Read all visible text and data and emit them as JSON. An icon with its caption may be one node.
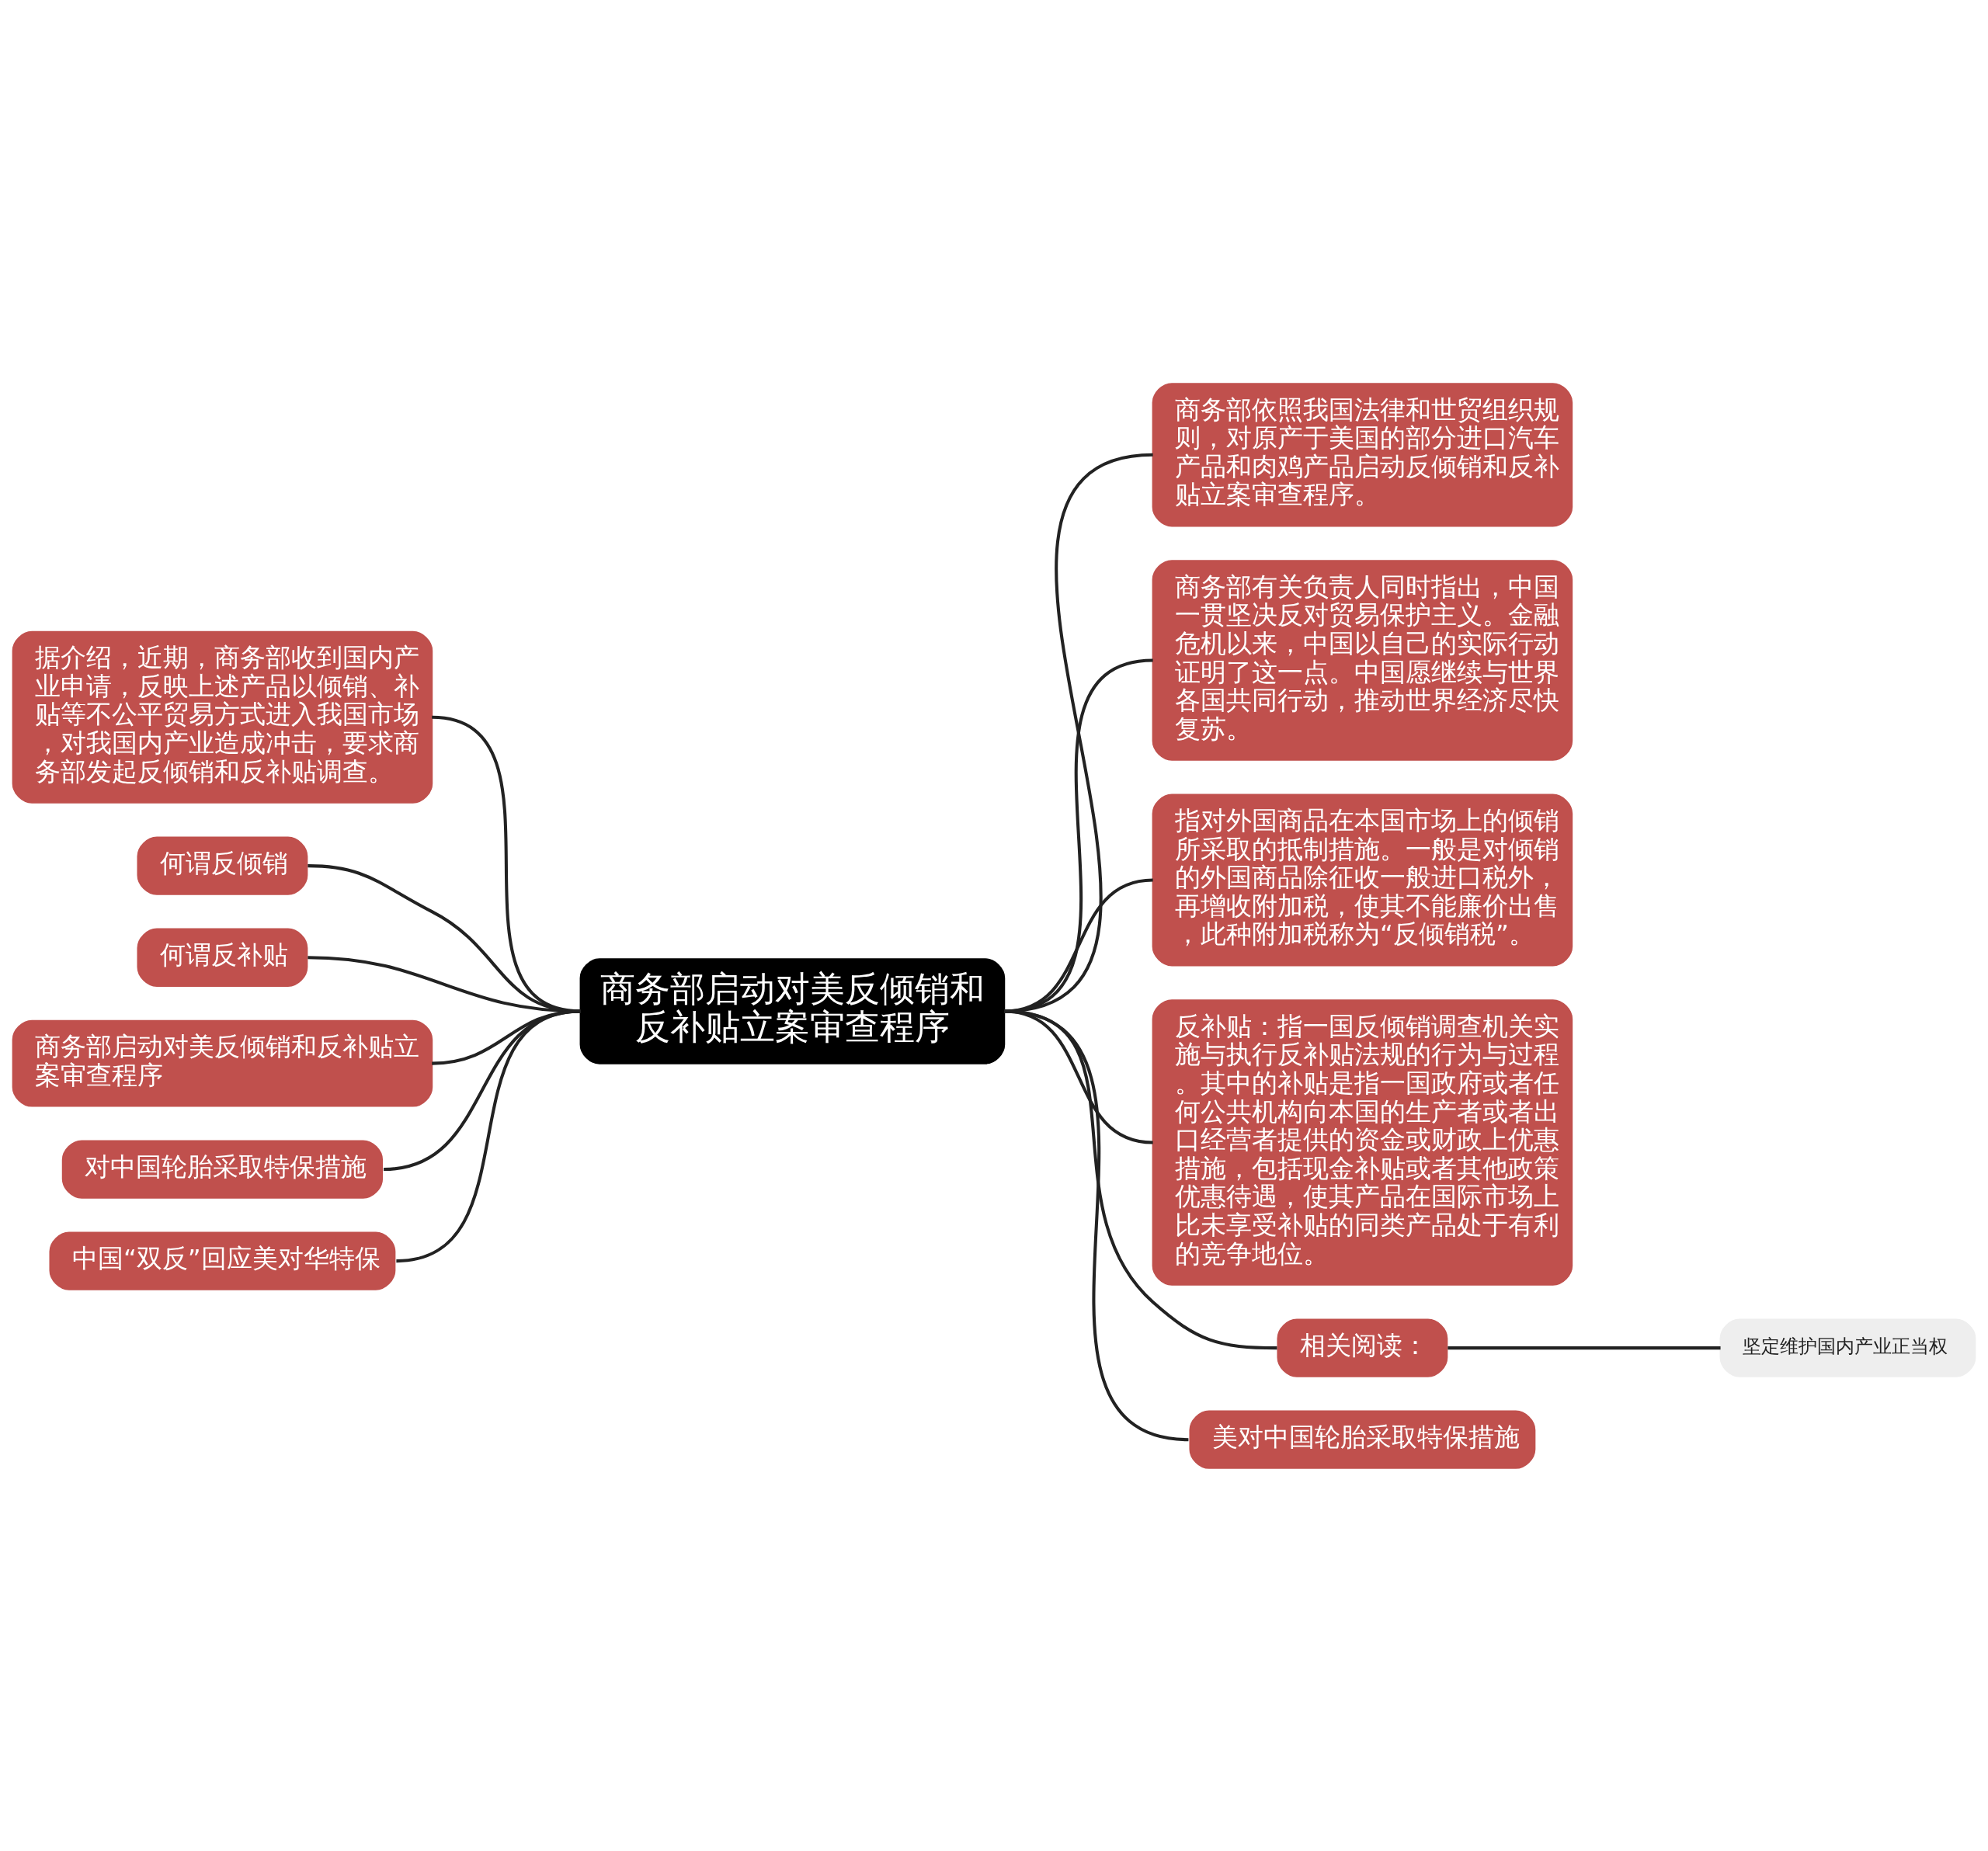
{
  "diagram": {
    "nodes": [
      {
        "text": [
          "商务部启动对美反倾销和反补贴立案审查程序"
        ]
      },
      {
        "text": [
          "据介绍，近期，商务部收到国内产业申请，反映上述产品以倾销、补贴等不公平贸易方式进入我国市场，对我国内产业造成冲击，要求商务部发起反倾销和反补贴调查。"
        ]
      },
      {
        "text": [
          "何谓反倾销"
        ]
      },
      {
        "text": [
          "何谓反补贴"
        ]
      },
      {
        "text": [
          "商务部启动对美反倾销和反补贴立案审查程序"
        ]
      },
      {
        "text": [
          "对中国轮胎采取特保措施"
        ]
      },
      {
        "text": [
          "中国“双反”回应美对华特保"
        ]
      },
      {
        "text": [
          "商务部依照我国法律和世贸组织规则，对原产于美国的部分进口汽车产品和肉鸡产品启动反倾销和反补贴立案审查程序。"
        ]
      },
      {
        "text": [
          "商务部有关负责人同时指出，中国一贯坚决反对贸易保护主义。金融危机以来，中国以自己的实际行动证明了这一点。中国愿继续与世界各国共同行动，推动世界经济尽快复苏。"
        ]
      },
      {
        "text": [
          "指对外国商品在本国市场上的倾销所采取的抵制措施。一般是对倾销的外国商品除征收一般进口税外，再增收附加税，使其不能廉价出售，此种附加税称为“反倾销税”。"
        ]
      },
      {
        "text": [
          "反补贴：指一国反倾销调查机关实施与执行反补贴法规的行为与过程。其中的补贴是指一国政府或者任何公共机构向本国的生产者或者出口经营者提供的资金或财政上优惠措施，包括现金补贴或者其他政策优惠待遇，使其产品在国际市场上比未享受补贴的同类产品处于有利的竞争地位。"
        ]
      },
      {
        "text": [
          "相关阅读："
        ]
      },
      {
        "text": [
          "坚定维护国内产业正当权"
        ]
      },
      {
        "text": [
          "美对中国轮胎采取特保措施"
        ]
      }
    ],
    "edges": [
      {
        "from": 0,
        "to": 1,
        "arrow": "none"
      },
      {
        "from": 0,
        "to": 2,
        "arrow": "none"
      },
      {
        "from": 0,
        "to": 3,
        "arrow": "none"
      },
      {
        "from": 0,
        "to": 4,
        "arrow": "none"
      },
      {
        "from": 0,
        "to": 5,
        "arrow": "none"
      },
      {
        "from": 0,
        "to": 6,
        "arrow": "none"
      },
      {
        "from": 0,
        "to": 7,
        "arrow": "none"
      },
      {
        "from": 0,
        "to": 8,
        "arrow": "none"
      },
      {
        "from": 0,
        "to": 9,
        "arrow": "none"
      },
      {
        "from": 0,
        "to": 10,
        "arrow": "none"
      },
      {
        "from": 0,
        "to": 11,
        "arrow": "none"
      },
      {
        "from": 0,
        "to": 13,
        "arrow": "none"
      },
      {
        "from": 11,
        "to": 12,
        "arrow": "none"
      }
    ]
  }
}
